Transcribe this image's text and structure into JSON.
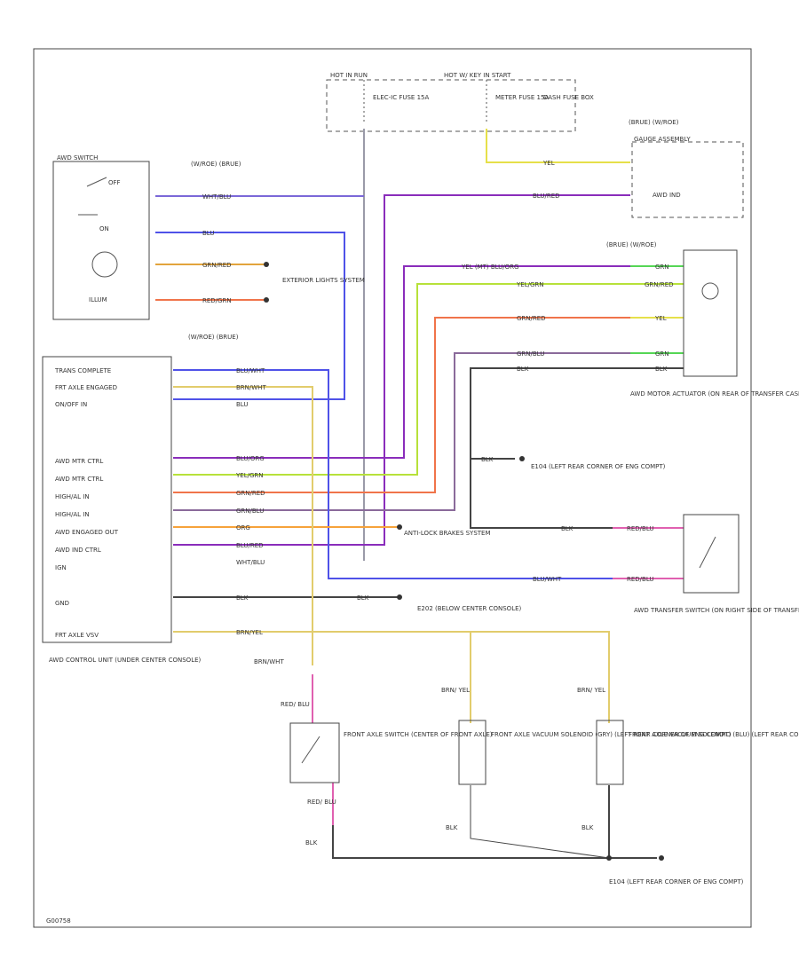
{
  "colors": {
    "violet": "#7b68d8",
    "blue": "#4f52e8",
    "purple": "#8a2dbb",
    "orange": "#f6a23a",
    "red_orange": "#f0744a",
    "yellow": "#e6e04a",
    "green": "#55d655",
    "yellow_green": "#b7e13a",
    "brown": "#7a4a33",
    "black": "#333333",
    "tan": "#e2cc6c",
    "pink": "#e060b0",
    "gray": "#8a8a8a"
  },
  "fuse_box": {
    "hot_run": "HOT IN RUN",
    "hot_acc": "HOT W/ KEY IN START",
    "fuse1": "ELEC-IC FUSE 15A",
    "fuse2": "METER FUSE 15A",
    "dash_box": "DASH FUSE BOX"
  },
  "awd_switch": {
    "title": "AWD SWITCH",
    "conn": "(W/ROE) (BRUE)",
    "off": "OFF",
    "on": "ON",
    "illum": "ILLUM",
    "wires": [
      "WHT/BLU",
      "BLU",
      "GRN/RED",
      "RED/GRN"
    ]
  },
  "exterior_lights": "EXTERIOR LIGHTS SYSTEM",
  "gauge": {
    "conn": "(BRUE) (W/ROE)",
    "title": "GAUGE ASSEMBLY",
    "awd_ind": "AWD IND",
    "wire1": "YEL",
    "wire2": "BLU/RED"
  },
  "actuator": {
    "conn": "(BRUE) (W/ROE)",
    "title": "AWD MOTOR ACTUATOR (ON REAR OF TRANSFER CASE)",
    "wires_in": [
      "YEL (MT) BLU/ORG",
      "YEL/GRN",
      "GRN/RED",
      "GRN/BLU",
      "BLK"
    ],
    "wires_out": [
      "GRN",
      "GRN/RED",
      "YEL",
      "GRN",
      "BLK"
    ]
  },
  "control_unit": {
    "conn": "(W/ROE) (BRUE)",
    "title": "AWD CONTROL UNIT (UNDER CENTER CONSOLE)",
    "pins": [
      "TRANS COMPLETE",
      "FRT AXLE ENGAGED",
      "ON/OFF IN",
      "",
      "",
      "AWD MTR CTRL",
      "AWD MTR CTRL",
      "HIGH/AL IN",
      "HIGH/AL IN",
      "AWD ENGAGED OUT",
      "AWD IND CTRL",
      "IGN",
      "",
      "GND",
      "",
      "FRT AXLE VSV"
    ],
    "wires": [
      "BLU/WHT",
      "BRN/WHT",
      "BLU",
      "BLU/ORG",
      "YEL/GRN",
      "GRN/RED",
      "GRN/BLU",
      "ORG",
      "BLU/RED",
      "WHT/BLU",
      "BLK",
      "BRN/YEL"
    ]
  },
  "ground_e104": "E104 (LEFT REAR CORNER OF ENG COMPT)",
  "ground_e202": "E202 (BELOW CENTER CONSOLE)",
  "ground_e104b": "E104 (LEFT REAR CORNER OF ENG COMPT)",
  "abs": "ANTI-LOCK BRAKES SYSTEM",
  "transfer_switch": {
    "title": "AWD TRANSFER SWITCH (ON RIGHT SIDE OF TRANSFER CASE)",
    "wires_in": [
      "BLK",
      "BLU/WHT"
    ],
    "wires_out": [
      "RED/BLU",
      "RED/BLU"
    ]
  },
  "front_axle_switch": {
    "title": "FRONT AXLE SWITCH (CENTER OF FRONT AXLE)",
    "wire_top": "RED/ BLU",
    "wire_bottom": "RED/ BLU",
    "in": "BRN/WHT"
  },
  "solenoid1": {
    "title": "FRONT AXLE VACUUM SOLENOID (GRY) (LEFT REAR CORNER OF ENG COMPT)",
    "wire": "BRN/ YEL",
    "ground": "BLK"
  },
  "solenoid2": {
    "title": "FRONT AXLE VACUUM SOLENOID (BLU) (LEFT REAR CORNER OF ENG COMPT)",
    "wire": "BRN/ YEL",
    "ground": "BLK"
  },
  "bottom_ground_wire": "BLK",
  "left_ground_label": "BLK",
  "mid_ground_label": "BLK",
  "code": "G00758"
}
